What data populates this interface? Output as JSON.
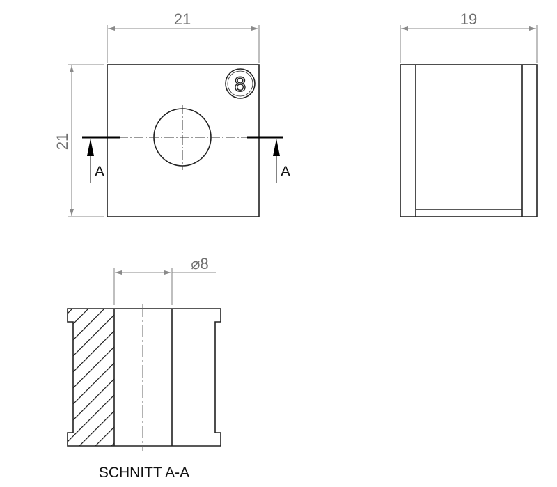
{
  "drawing": {
    "front_view": {
      "width_dimension": "21",
      "height_dimension": "21",
      "size_marking": "8",
      "section_marker_left": "A",
      "section_marker_right": "A"
    },
    "side_view": {
      "width_dimension": "19"
    },
    "section_view": {
      "bore_dimension": "⌀8",
      "caption": "SCHNITT A-A"
    }
  },
  "colors": {
    "line": "#222222",
    "dimension": "#8a8a8a",
    "dimension_text": "#6f6f6f",
    "background": "#ffffff"
  }
}
